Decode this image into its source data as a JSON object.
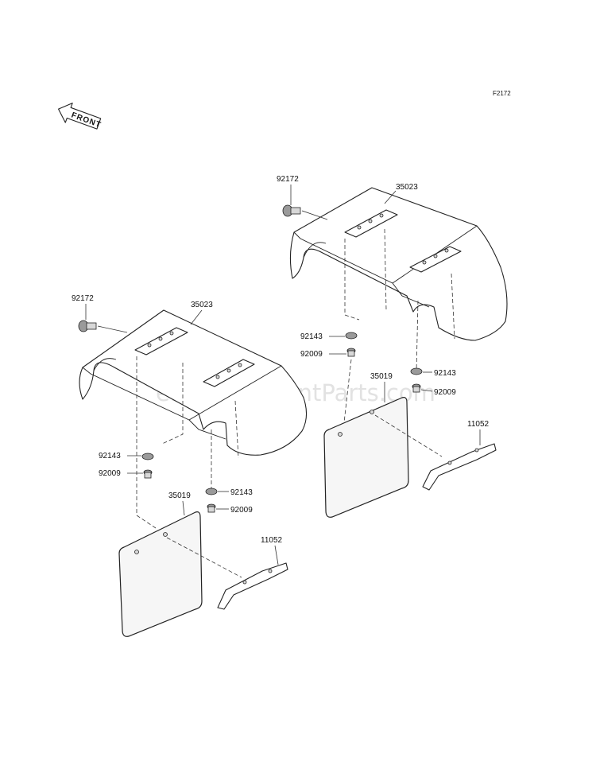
{
  "diagram_code": "F2172",
  "front_label": "FRONT",
  "watermark": "eReplacementParts.com",
  "callouts": {
    "right_bolt_top": "92172",
    "right_fender": "35023",
    "right_washer_a": "92143",
    "right_bolt_a": "92009",
    "right_washer_b": "92143",
    "right_bolt_b": "92009",
    "right_flap": "35019",
    "right_bracket": "11052",
    "left_bolt_top": "92172",
    "left_fender": "35023",
    "left_washer_a": "92143",
    "left_bolt_a": "92009",
    "left_washer_b": "92143",
    "left_bolt_b": "92009",
    "left_flap": "35019",
    "left_bracket": "11052"
  }
}
